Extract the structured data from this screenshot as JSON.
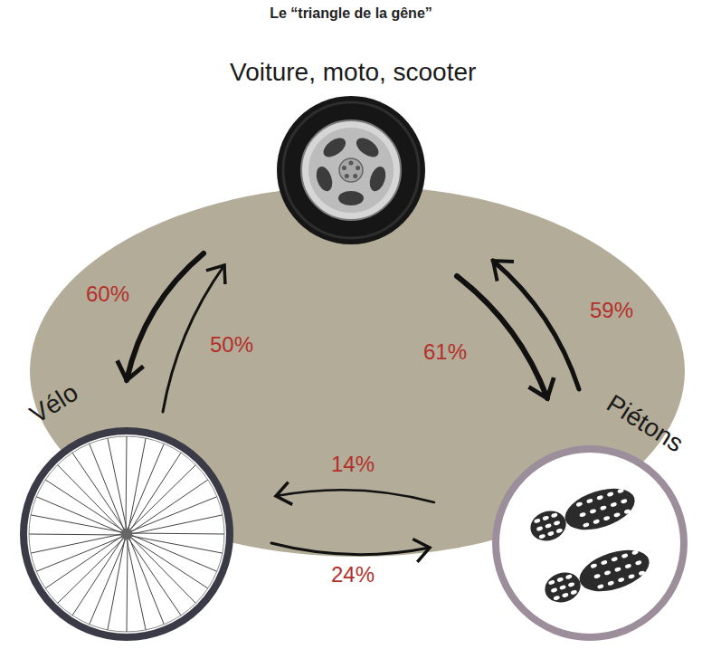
{
  "diagram": {
    "title": "Le “triangle de la gêne”",
    "nodes": [
      {
        "text": [
          "Voiture, moto, scooter"
        ]
      },
      {
        "text": [
          "Vélo"
        ]
      },
      {
        "text": [
          "Piétons"
        ]
      }
    ],
    "edges": [
      {
        "from": 0,
        "to": 1,
        "label": "60%",
        "arrow": "to"
      },
      {
        "from": 1,
        "to": 0,
        "label": "50%",
        "arrow": "to"
      },
      {
        "from": 0,
        "to": 2,
        "label": "61%",
        "arrow": "to"
      },
      {
        "from": 2,
        "to": 0,
        "label": "59%",
        "arrow": "to"
      },
      {
        "from": 2,
        "to": 1,
        "label": "14%",
        "arrow": "to"
      },
      {
        "from": 1,
        "to": 2,
        "label": "24%",
        "arrow": "to"
      }
    ]
  }
}
